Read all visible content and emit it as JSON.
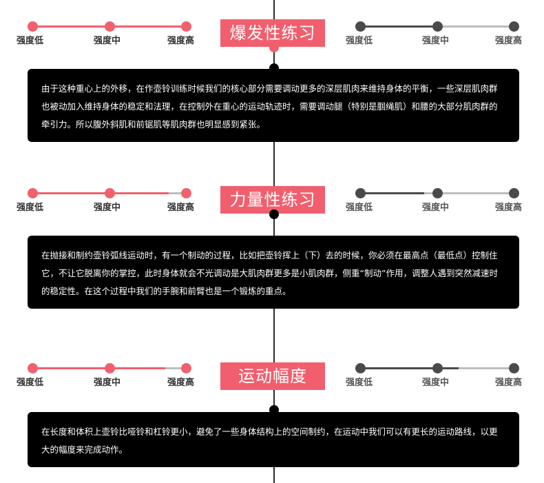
{
  "labels": {
    "low": "强度低",
    "mid": "强度中",
    "high": "强度高"
  },
  "colors": {
    "accent": "#f15f6e",
    "dark": "#4a4a4a",
    "box": "#000000"
  },
  "sections": [
    {
      "title": "爆发性练习",
      "left_level": "high",
      "right_level": "mid",
      "text": "由于这种重心上的外移，在作壶铃训练时候我们的核心部分需要调动更多的深层肌肉来维持身体的平衡，一些深层肌肉群也被动加入维持身体的稳定和法理，在控制外在重心的运动轨迹时，需要调动腿（特别是腘绳肌）和腰的大部分肌肉群的牵引力。所以腹外斜肌和前锯肌等肌肉群也明显感到紧张。"
    },
    {
      "title": "力量性练习",
      "left_level": "high",
      "right_level": "mid",
      "text": "在抛接和制约壶铃弧线运动时，有一个制动的过程，比如把壶铃挥上（下）去的时候，你必须在最高点（最低点）控制住它，不让它脱离你的掌控，此时身体就会不光调动是大肌肉群更多是小肌肉群，侧重“制动”作用，调整人遇到突然减速时的稳定性。在这个过程中我们的手腕和前臂也是一个锻炼的重点。"
    },
    {
      "title": "运动幅度",
      "left_level": "high",
      "right_level": "mid",
      "text": "在长度和体积上壶铃比哑铃和杠铃更小，避免了一些身体结构上的空间制约，在运动中我们可以有更长的运动路线，以更大的幅度来完成动作。"
    }
  ]
}
